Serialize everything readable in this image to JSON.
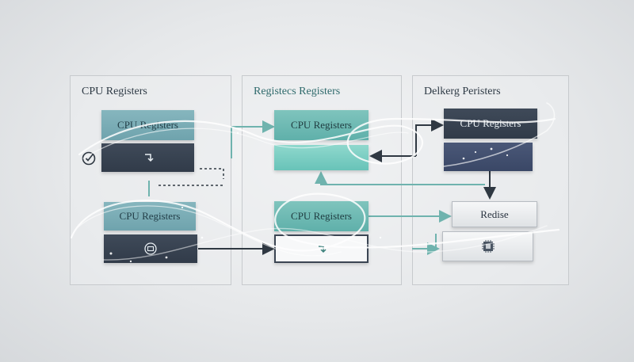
{
  "panels": [
    {
      "title": "CPU Registers"
    },
    {
      "title": "Registecs Registers"
    },
    {
      "title": "Delkerg Peristers"
    }
  ],
  "blocks": {
    "p1_top": "CPU Registers",
    "p1_mid": "CPU Registers",
    "p2_top": "CPU Registers",
    "p2_mid": "CPU Registers",
    "p3_top": "CPU Registers",
    "p3_mid": "Redise"
  },
  "colors": {
    "teal": "#7aaeb7",
    "mint": "#72c8bd",
    "dark": "#343e4c",
    "navy": "#3f4c6c",
    "arrow_dark": "#2f3842",
    "arrow_teal": "#6fb3ae",
    "swirl": "#ffffff"
  },
  "icons": {
    "check": "check-circle-icon",
    "return_arrow": "return-arrow-icon",
    "monitor": "circle-monitor-icon",
    "cpu_chip": "cpu-chip-icon"
  }
}
